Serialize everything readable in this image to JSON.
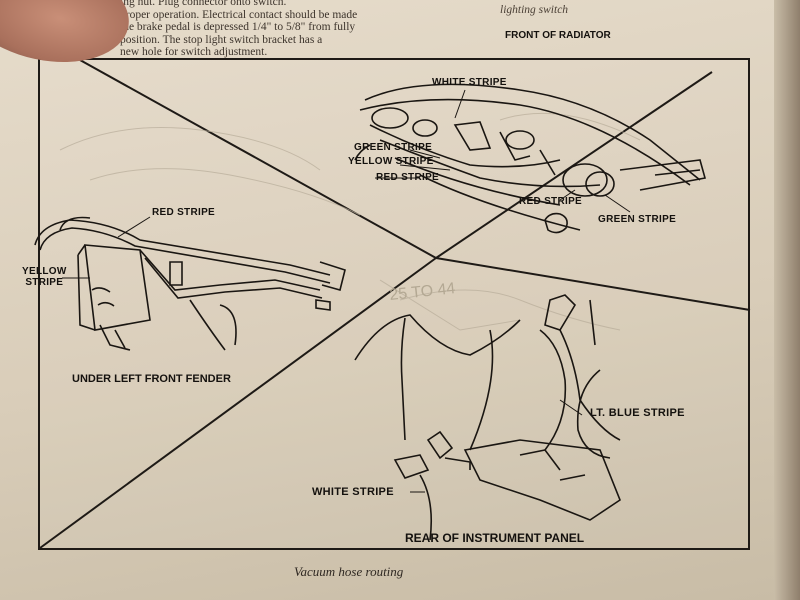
{
  "top_text": {
    "left": "ing nut. Plug connector onto switch.\nproper operation. Electrical contact should be made\nthe brake pedal is depressed 1/4\" to 5/8\" from fully\nposition. The stop light switch bracket has a\nnew hole for switch adjustment.",
    "right": "lighting switch"
  },
  "sections": {
    "front_of_radiator": "FRONT OF RADIATOR",
    "under_left_front_fender": "UNDER LEFT FRONT FENDER",
    "rear_of_instrument_panel": "REAR OF INSTRUMENT PANEL"
  },
  "labels": {
    "white_stripe_top": "WHITE STRIPE",
    "green_stripe_left": "GREEN STRIPE",
    "yellow_stripe_top": "YELLOW STRIPE",
    "red_stripe_top": "RED STRIPE",
    "red_stripe_radiator_right": "RED STRIPE",
    "green_stripe_right": "GREEN STRIPE",
    "red_stripe_fender": "RED STRIPE",
    "yellow_stripe_fender": "YELLOW\nSTRIPE",
    "lt_blue_stripe": "LT. BLUE STRIPE",
    "white_stripe_bottom": "WHITE STRIPE"
  },
  "background_text": "25 TO 44",
  "caption": "Vacuum hose routing"
}
